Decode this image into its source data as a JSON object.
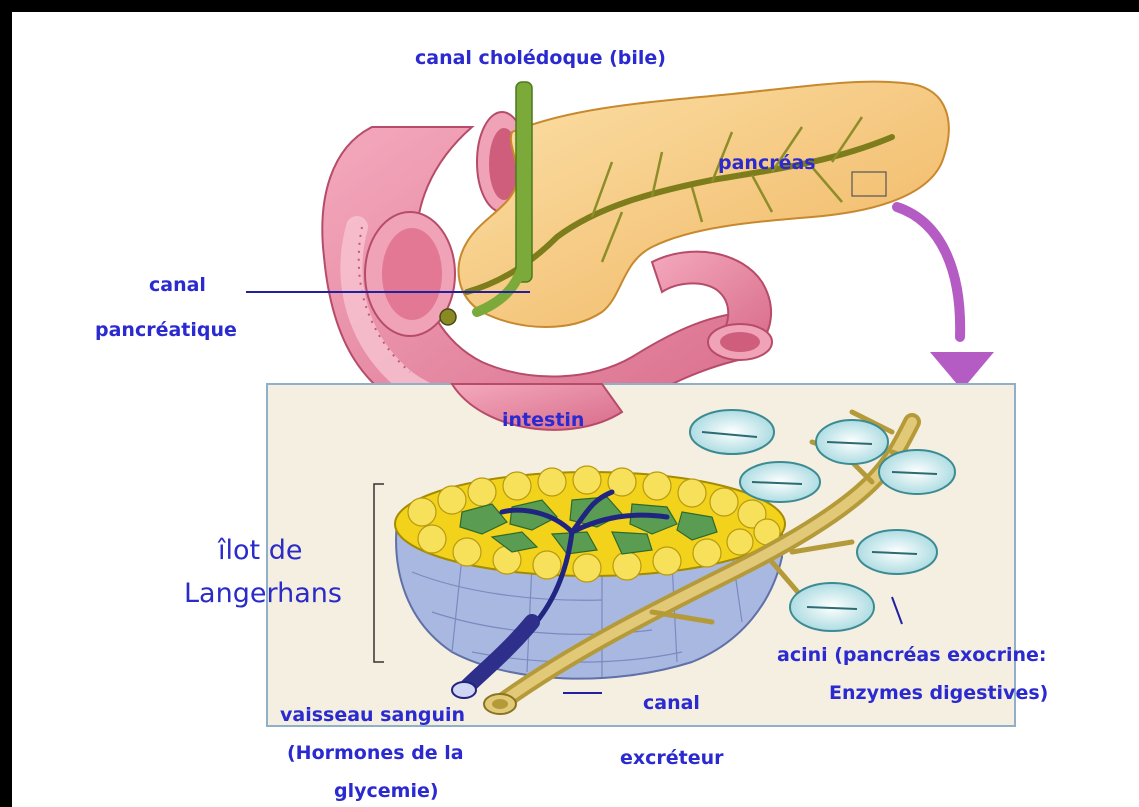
{
  "labels": {
    "canal_choledoque": "canal cholédoque (bile)",
    "pancreas": "pancréas",
    "canal_pancreatique_1": "canal",
    "canal_pancreatique_2": "pancréatique",
    "intestin": "intestin",
    "ilot_1": "îlot de",
    "ilot_2": "Langerhans",
    "acini_1": "acini (pancréas exocrine:",
    "acini_2": "Enzymes digestives)",
    "vaisseau_1": "vaisseau sanguin",
    "vaisseau_2": "(Hormones de la",
    "vaisseau_3": "glycemie)",
    "canal_excreteur_1": "canal",
    "canal_excreteur_2": "excréteur"
  },
  "colors": {
    "label_text": "#2a2ad0",
    "intestine": "#ec8ea6",
    "pancreas": "#f6c981",
    "duct": "#8a8a24",
    "arrow": "#b45cc4",
    "inset_bg": "#f4efe0",
    "inset_border": "#8fb0c8",
    "islet_yellow": "#f3d21c",
    "islet_green": "#5a9c52",
    "islet_base": "#a9b8e0",
    "vessel": "#2d2f8a",
    "acini": "#bfe8ec"
  }
}
